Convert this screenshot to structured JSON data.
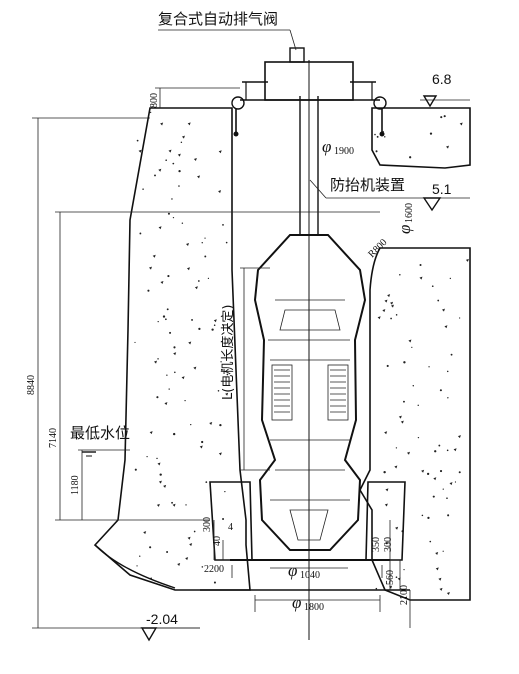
{
  "labels": {
    "exhaust_valve": "复合式自动排气阀",
    "anti_lift": "防抬机装置",
    "min_water": "最低水位",
    "motor_length": "L(电机长度决定)"
  },
  "levels": {
    "top": "6.8",
    "mid": "5.1",
    "bottom": "-2.04"
  },
  "diameters": {
    "d1900": "1900",
    "d1600": "1600",
    "d1040": "1040",
    "d1800": "1800",
    "phi": "φ"
  },
  "radius": "R800",
  "dimensions": {
    "d8840": "8840",
    "d7140": "7140",
    "d1180": "1180",
    "d800": "800",
    "d300": "300",
    "d40": "40",
    "d4": "4",
    "d2200": "2200",
    "d350": "350",
    "d300b": "300",
    "d560": "560",
    "d2100": "2100"
  },
  "colors": {
    "line": "#111111",
    "concrete_fill": "#ffffff",
    "speckle": "#222222"
  }
}
